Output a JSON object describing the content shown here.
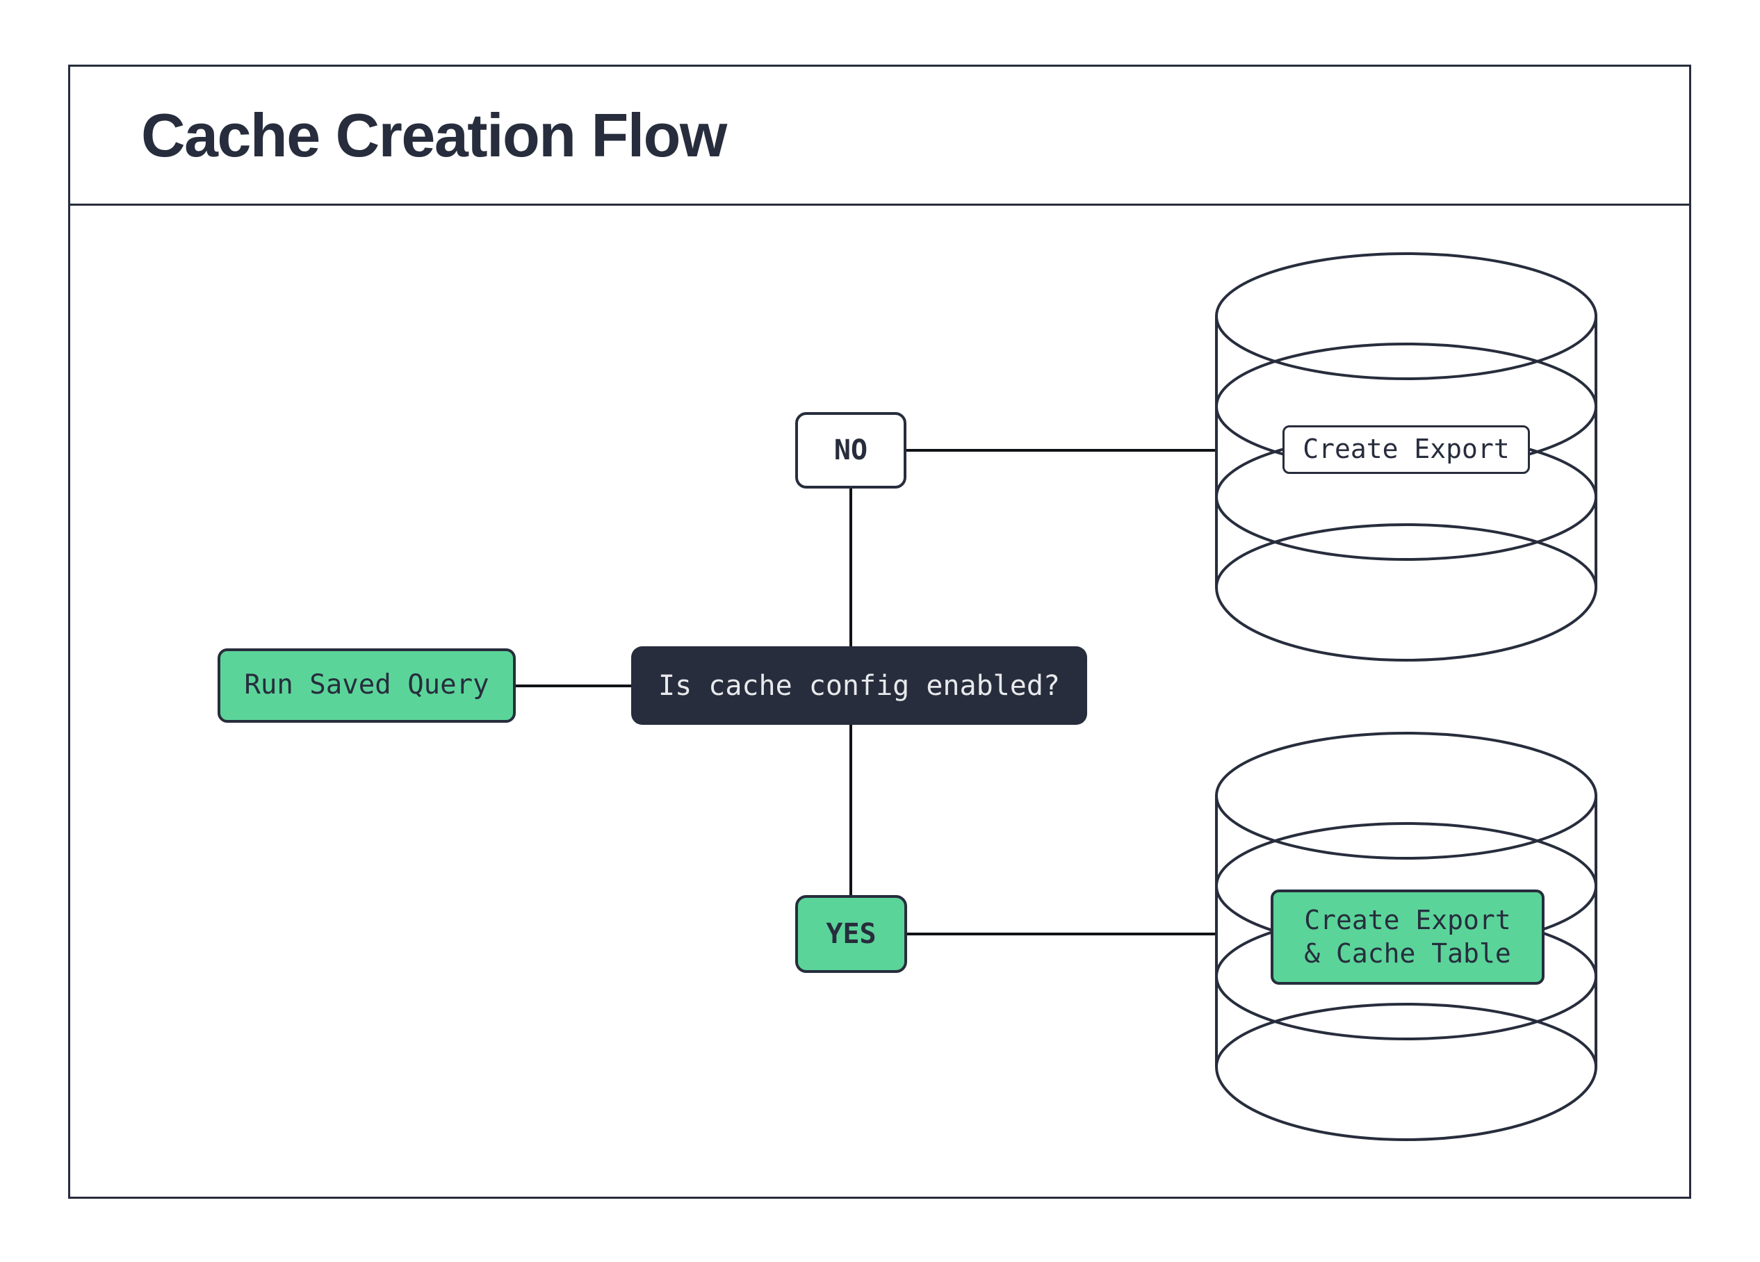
{
  "title": "Cache Creation Flow",
  "colors": {
    "navy": "#272d3c",
    "green": "#5bd49a",
    "connector": "#101217",
    "light_text": "#e8e9ec",
    "background": "#ffffff"
  },
  "flow": {
    "start": {
      "label": "Run Saved Query"
    },
    "decision": {
      "label": "Is cache config enabled?"
    },
    "branch_no": {
      "label": "NO"
    },
    "branch_yes": {
      "label": "YES"
    },
    "no_outcome": {
      "label": "Create Export"
    },
    "yes_outcome": {
      "line1": "Create Export",
      "line2": "& Cache Table"
    }
  }
}
